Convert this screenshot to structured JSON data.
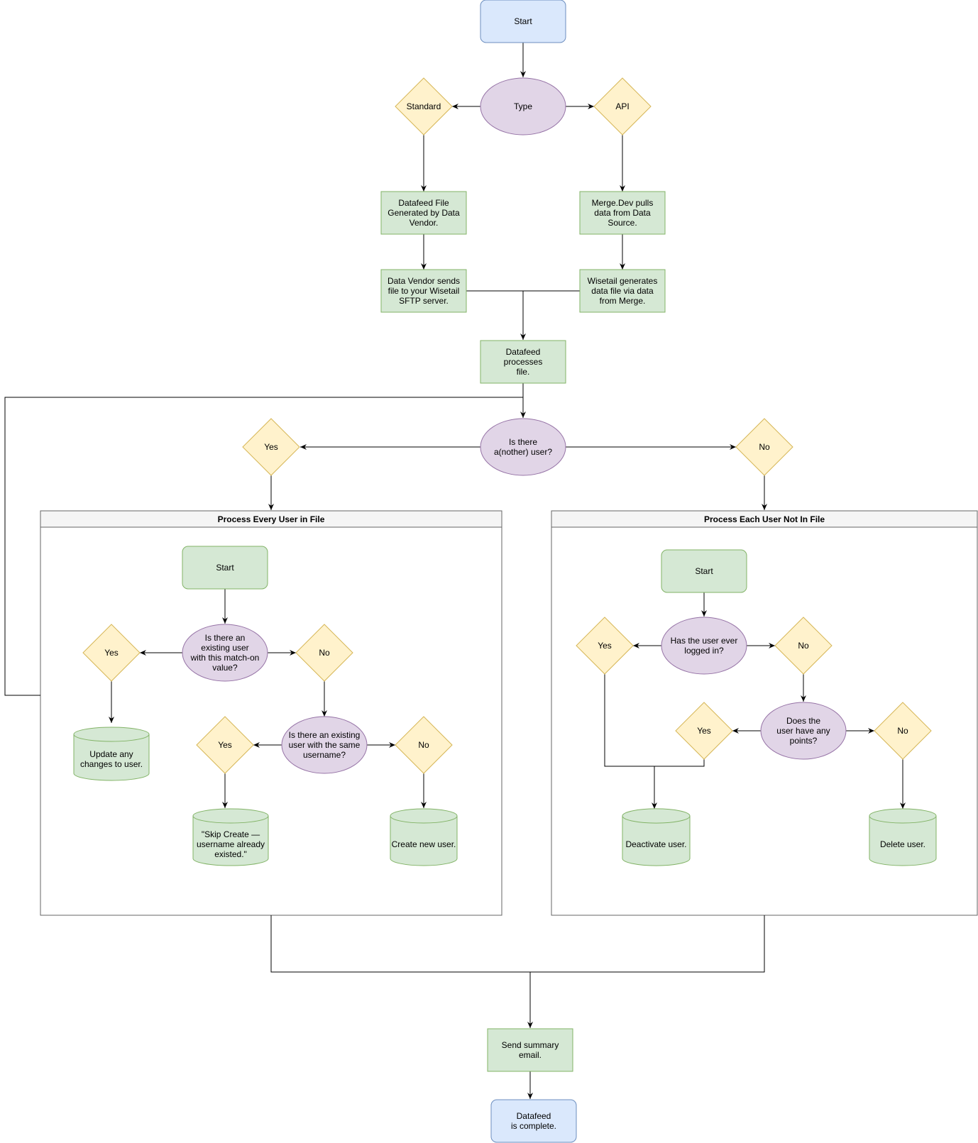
{
  "diagram": {
    "start": "Start",
    "type": "Type",
    "standard": "Standard",
    "api": "API",
    "datafeed_file_generated": "Datafeed File\nGenerated by Data\nVendor.",
    "merge_pulls": "Merge.Dev pulls\ndata from Data\nSource.",
    "vendor_sends": "Data Vendor sends\nfile to your Wisetail\nSFTP server.",
    "wisetail_generates": "Wisetail generates\ndata file via data\nfrom Merge.",
    "datafeed_processes": "Datafeed\nprocesses\nfile.",
    "another_user": "Is there\na(nother) user?",
    "yes": "Yes",
    "no": "No",
    "send_summary": "Send summary\nemail.",
    "complete": "Datafeed\nis complete."
  },
  "left_group": {
    "title": "Process Every User in File",
    "start": "Start",
    "existing_match": "Is there an\nexisting user\nwith this match-on\nvalue?",
    "yes": "Yes",
    "no": "No",
    "update": "Update any\nchanges to user.",
    "same_username": "Is there an existing\nuser with the same\nusername?",
    "yes2": "Yes",
    "no2": "No",
    "skip_create": "\"Skip Create —\nusername already\nexisted.\"",
    "create_new": "Create new user."
  },
  "right_group": {
    "title": "Process Each User Not In File",
    "start": "Start",
    "logged_in": "Has the user ever\nlogged in?",
    "yes": "Yes",
    "no": "No",
    "any_points": "Does the\nuser have any\npoints?",
    "yes2": "Yes",
    "no2": "No",
    "deactivate": "Deactivate user.",
    "delete": "Delete user."
  },
  "colors": {
    "terminal_fill": "#dae8fc",
    "terminal_stroke": "#6c8ebf",
    "process_fill": "#d5e8d4",
    "process_stroke": "#82b366",
    "decision_fill": "#e1d5e7",
    "decision_stroke": "#9673a6",
    "diamond_fill": "#fff2cc",
    "diamond_stroke": "#d6b656",
    "group_header": "#f5f5f5",
    "group_stroke": "#666666"
  }
}
